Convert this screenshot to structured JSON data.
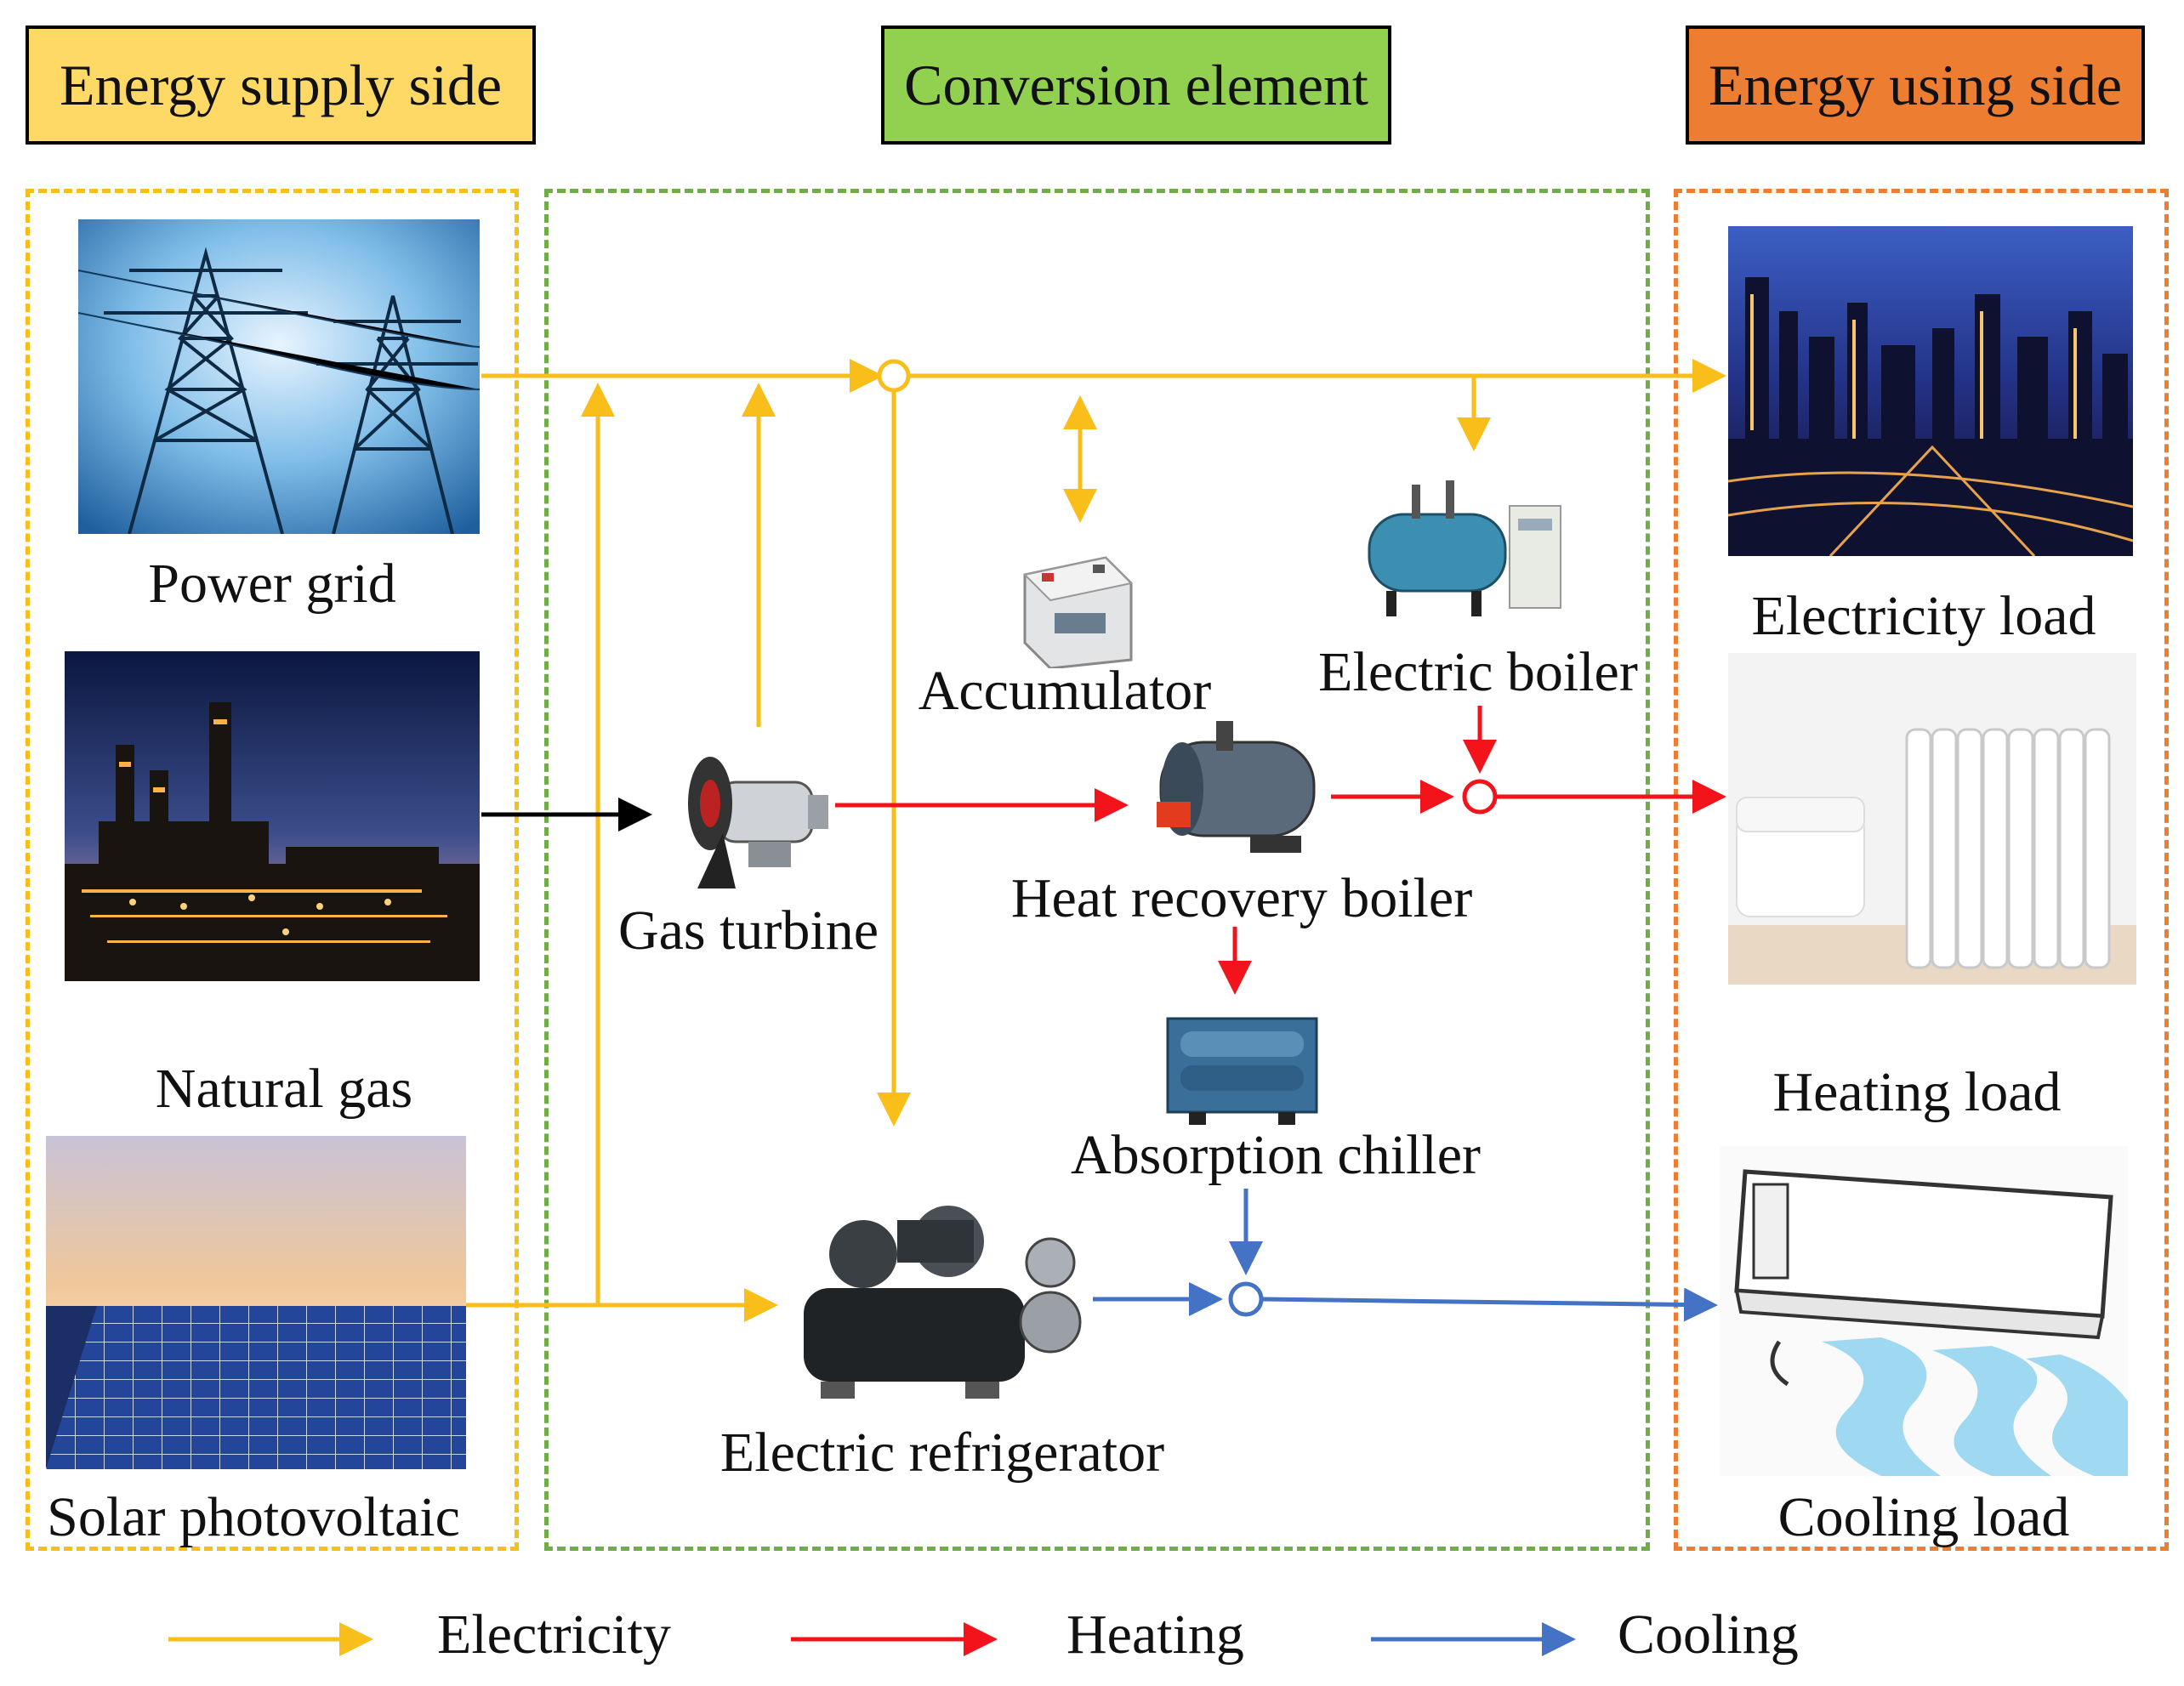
{
  "headers": {
    "supply": "Energy supply side",
    "conversion": "Conversion element",
    "using": "Energy  using side"
  },
  "supply": {
    "power_grid": "Power grid",
    "natural_gas": "Natural gas",
    "solar": "Solar photovoltaic"
  },
  "conversion": {
    "gas_turbine": "Gas turbine",
    "accumulator": "Accumulator",
    "electric_boiler": "Electric boiler",
    "heat_recovery_boiler": "Heat recovery boiler",
    "absorption_chiller": "Absorption chiller",
    "electric_refrigerator": "Electric refrigerator"
  },
  "loads": {
    "electricity": "Electricity load",
    "heating": "Heating load",
    "cooling": "Cooling load"
  },
  "legend": {
    "electricity": "Electricity",
    "heating": "Heating",
    "cooling": "Cooling"
  },
  "colors": {
    "electricity": "#F9BE1A",
    "heating": "#F2131B",
    "cooling": "#4472C4",
    "gas": "#000000",
    "supply_header": "#FFD966",
    "conversion_header": "#92D050",
    "using_header": "#ED7D31",
    "supply_border": "#F9BE1A",
    "conversion_border": "#70AD47",
    "using_border": "#ED7D31"
  }
}
